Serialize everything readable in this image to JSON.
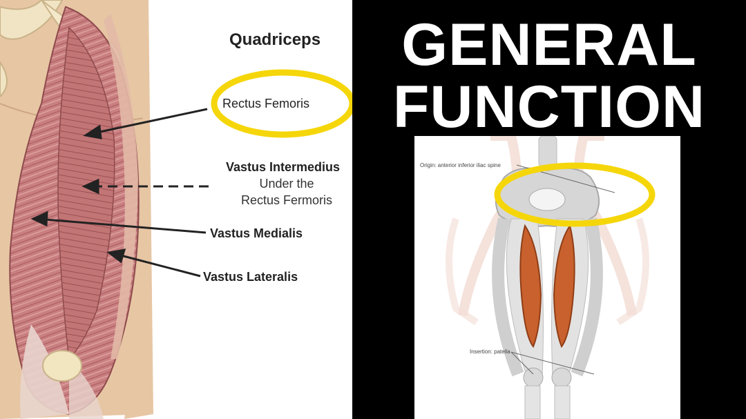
{
  "left": {
    "title": "Quadriceps",
    "labels": {
      "rectus_femoris": "Rectus Femoris",
      "vastus_intermedius": "Vastus Intermedius",
      "vastus_intermedius_note_line1": "Under the",
      "vastus_intermedius_note_line2": "Rectus Fermoris",
      "vastus_medialis": "Vastus Medialis",
      "vastus_lateralis": "Vastus Lateralis"
    }
  },
  "right": {
    "heading_line1": "GENERAL",
    "heading_line2": "FUNCTION",
    "origin_label": "Origin: anterior inferior iliac spine",
    "insertion_label": "Insertion: patella"
  },
  "colors": {
    "highlight": "#f5d60a",
    "muscle": "#c0392b",
    "skin": "#e8bfa0"
  }
}
